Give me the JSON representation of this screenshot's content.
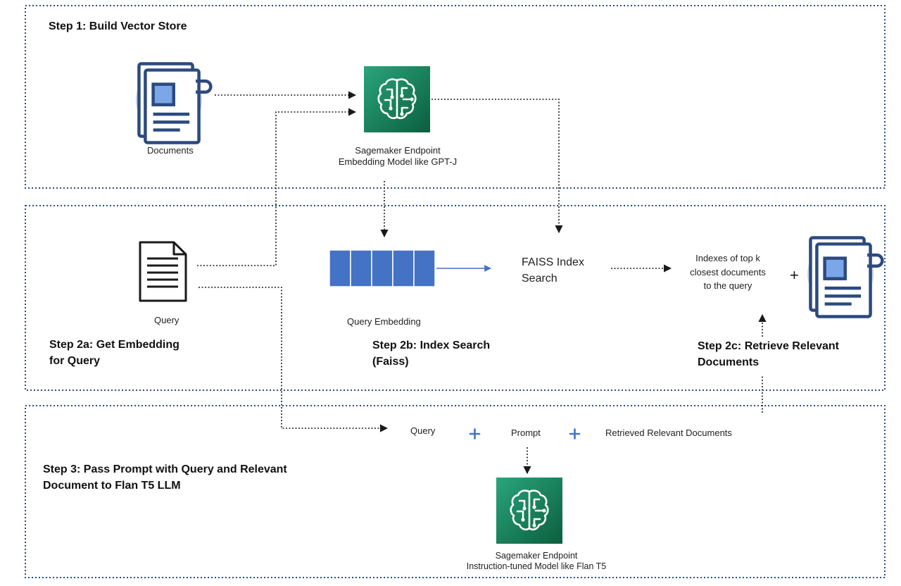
{
  "colors": {
    "border": "#2f4e7a",
    "arrow": "#1a1a1a",
    "doc_blue": "#2c4a7f",
    "doc_fill": "#7ba7e8",
    "circle": "#c9d6ea",
    "sagemaker_top": "#1c8d6a",
    "sagemaker_bottom": "#0b5e3e",
    "embed_cell": "#4472c4",
    "embed_arrow": "#4472c4",
    "plus_blue": "#4472c4"
  },
  "icons": {
    "documents": "documents-icon",
    "sagemaker": "sagemaker-brain-icon",
    "query": "text-document-icon",
    "embedding": "vector-cells-icon",
    "relevant_docs": "documents-icon"
  },
  "sections": {
    "step1": {
      "title": "Step 1: Build Vector Store"
    },
    "step2a": {
      "title_lines": [
        "Step 2a: Get Embedding",
        "for Query"
      ]
    },
    "step2b": {
      "title_lines": [
        "Step 2b: Index Search",
        "(Faiss)"
      ]
    },
    "step2c": {
      "title_lines": [
        "Step 2c: Retrieve Relevant",
        "Documents"
      ]
    },
    "step3": {
      "title_lines": [
        "Step 3: Pass Prompt with Query and Relevant",
        "Document to Flan T5 LLM"
      ]
    }
  },
  "nodes": {
    "documents": {
      "label": "Documents"
    },
    "embedding_endpoint": {
      "lines": [
        "Sagemaker Endpoint",
        "Embedding Model like GPT-J"
      ]
    },
    "query": {
      "label": "Query"
    },
    "query_embedding": {
      "label": "Query Embedding"
    },
    "faiss": {
      "lines": [
        "FAISS Index",
        "Search"
      ]
    },
    "top_k": {
      "lines": [
        "Indexes of top k",
        "closest documents",
        "to the query"
      ]
    },
    "top_k_plus": "+",
    "prompt_row": {
      "query": "Query",
      "plus": "+",
      "prompt": "Prompt",
      "retrieved": "Retrieved Relevant Documents"
    },
    "llm_endpoint": {
      "lines": [
        "Sagemaker Endpoint",
        "Instruction-tuned Model like Flan T5"
      ]
    }
  }
}
